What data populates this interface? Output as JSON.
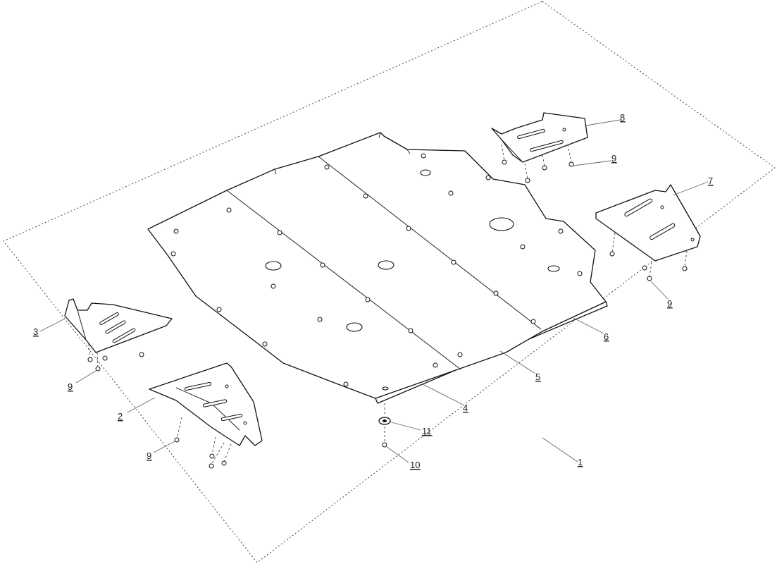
{
  "callouts": {
    "c1": "1",
    "c2": "2",
    "c3": "3",
    "c4": "4",
    "c5": "5",
    "c6": "6",
    "c7": "7",
    "c8": "8",
    "c9a": "9",
    "c9b": "9",
    "c9c": "9",
    "c9d": "9",
    "c10": "10",
    "c11": "11"
  },
  "icons": {
    "fastener": "bolt-icon",
    "washer": "washer-icon"
  }
}
